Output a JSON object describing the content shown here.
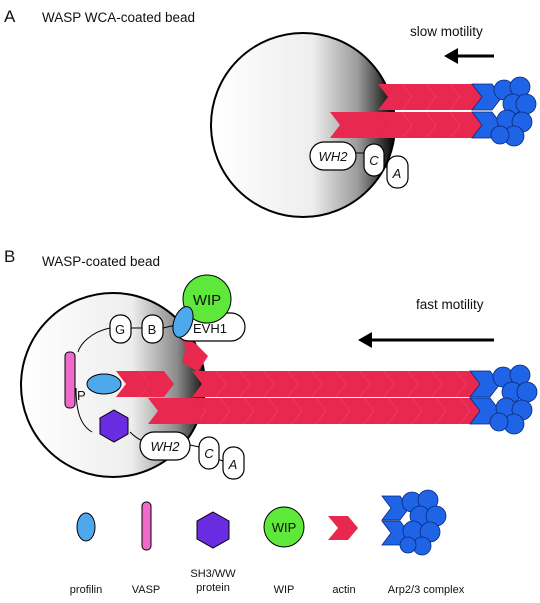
{
  "panel_a": {
    "letter": "A",
    "title": "WASP WCA-coated bead",
    "motility_label": "slow motility",
    "domains": {
      "wh2": "WH2",
      "c": "C",
      "a": "A"
    }
  },
  "panel_b": {
    "letter": "B",
    "title": "WASP-coated bead",
    "motility_label": "fast motility",
    "wip_label": "WIP",
    "domains": {
      "g": "G",
      "b": "B",
      "evh1": "EVH1",
      "p": "P",
      "wh2": "WH2",
      "c": "C",
      "a": "A"
    }
  },
  "legend": {
    "items": [
      {
        "label": "profilin"
      },
      {
        "label": "VASP"
      },
      {
        "label_line1": "SH3/WW",
        "label_line2": "protein"
      },
      {
        "label": "WIP",
        "glyph_text": "WIP"
      },
      {
        "label": "actin"
      },
      {
        "label": "Arp2/3 complex"
      }
    ]
  },
  "colors": {
    "actin": "#e8284f",
    "arp23": "#1f63e6",
    "profilin": "#4ea9ec",
    "vasp": "#f06acb",
    "sh3ww": "#6a2ce0",
    "wip": "#5ee83a"
  }
}
